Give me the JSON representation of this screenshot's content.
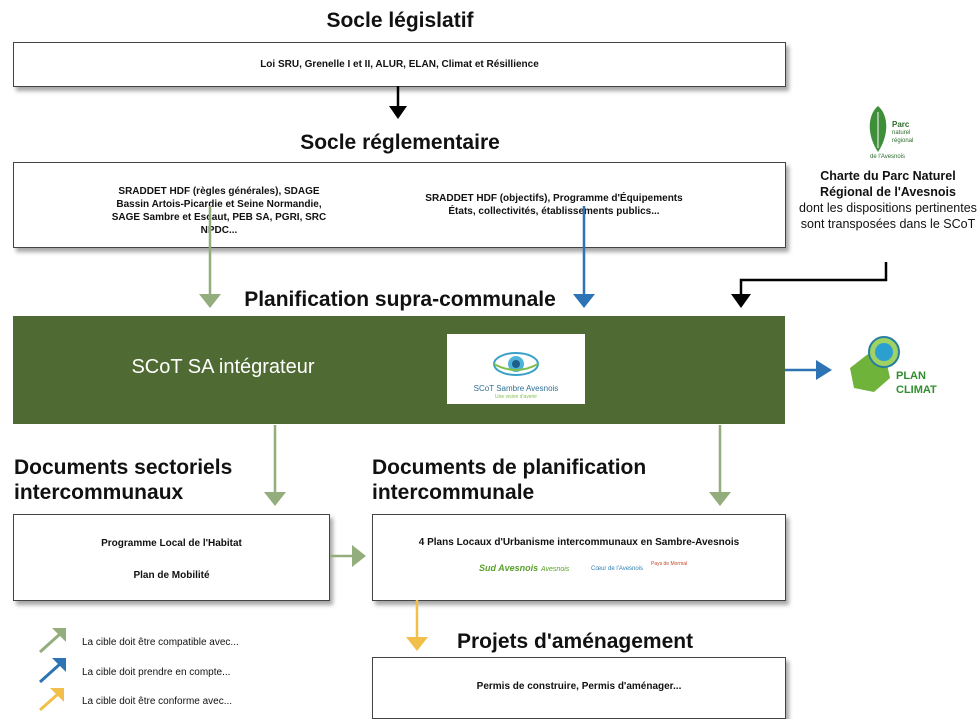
{
  "headings": {
    "socle_legislatif": "Socle législatif",
    "socle_reglementaire": "Socle réglementaire",
    "planification_supra": "Planification supra-communale",
    "documents_sectoriels": "Documents sectoriels intercommunaux",
    "documents_planification": "Documents de planification intercommunale",
    "projets_amenagement": "Projets d'aménagement"
  },
  "boxes": {
    "legislatif": "Loi SRU, Grenelle I et II, ALUR, ELAN, Climat et Résillience",
    "reglementaire_left": "SRADDET HDF (règles générales), SDAGE Bassin Artois-Picardie et Seine Normandie, SAGE Sambre et Escaut, PEB SA, PGRI, SRC NPDC...",
    "reglementaire_right_line1": "SRADDET HDF (objectifs), Programme d'Équipements",
    "reglementaire_right_line2": "États, collectivités, établissements publics...",
    "sectoriels_line1": "Programme Local de l'Habitat",
    "sectoriels_line2": "Plan de Mobilité",
    "plui": "4 Plans Locaux d'Urbanisme intercommunaux en Sambre-Avesnois",
    "projets": "Permis de construire, Permis d'aménager..."
  },
  "scot": {
    "label": "SCoT SA intégrateur",
    "logo_title": "SCoT Sambre Avesnois",
    "logo_tagline": "Une vision d'avenir"
  },
  "charte": {
    "logo_line1": "Parc",
    "logo_line2": "naturel",
    "logo_line3": "régional",
    "logo_line4": "de l'Avesnois",
    "title": "Charte du Parc Naturel Régional de l'Avesnois",
    "body": "dont les dispositions pertinentes sont transposées dans le SCoT"
  },
  "plan_climat": {
    "line1": "PLAN",
    "line2": "CLIMAT"
  },
  "plui_logos": [
    "Sud Avesnois",
    "Avesnois",
    "Cœur de l'Avesnois",
    "Pays de Mormal"
  ],
  "legend": [
    {
      "text": "La cible doit être compatible avec...",
      "color": "#94ad7c"
    },
    {
      "text": "La cible doit prendre en compte...",
      "color": "#2e74b5"
    },
    {
      "text": "La cible doit être conforme avec...",
      "color": "#f2c04a"
    }
  ],
  "colors": {
    "green_band": "#4f6a32",
    "arrow_green": "#94ad7c",
    "arrow_blue": "#2e74b5",
    "arrow_yellow": "#f2c04a",
    "arrow_black": "#000000"
  }
}
